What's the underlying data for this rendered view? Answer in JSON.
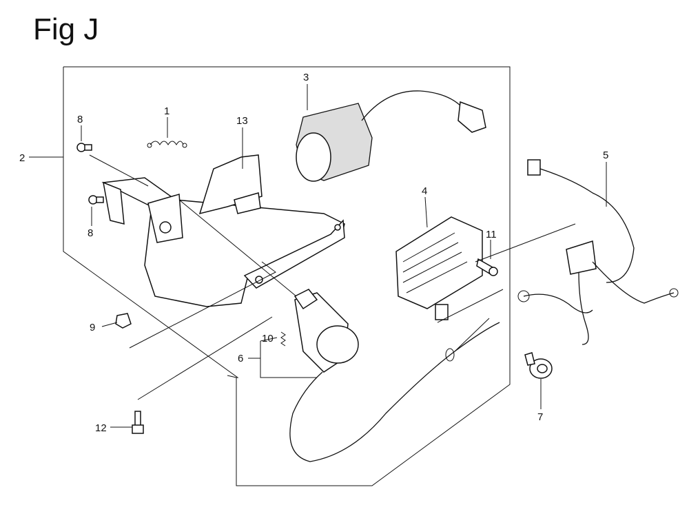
{
  "figure": {
    "title": "Fig J"
  },
  "callouts": {
    "c1": "1",
    "c2": "2",
    "c3": "3",
    "c4": "4",
    "c5": "5",
    "c6": "6",
    "c7": "7",
    "c8a": "8",
    "c8b": "8",
    "c9": "9",
    "c10": "10",
    "c11": "11",
    "c12": "12",
    "c13": "13"
  }
}
